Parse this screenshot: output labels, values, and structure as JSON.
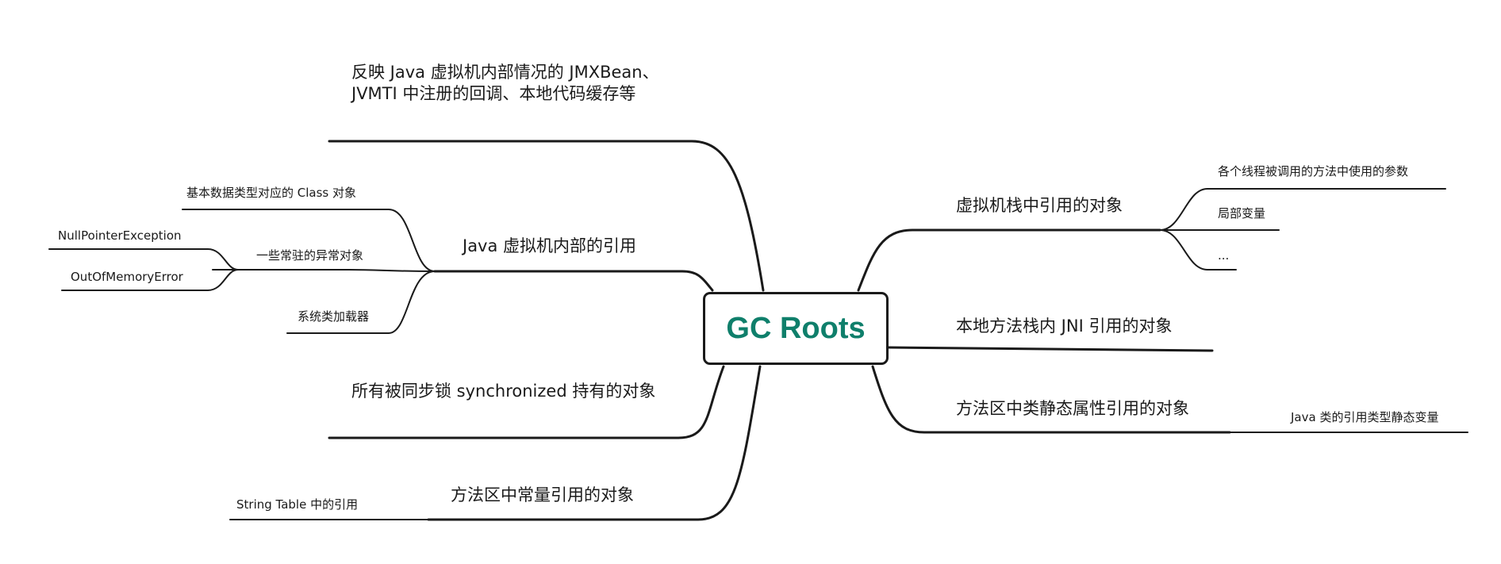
{
  "colors": {
    "root_text": "#0f7f6b",
    "line": "#1a1a1a",
    "text": "#1a1a1a"
  },
  "root": {
    "label": "GC Roots"
  },
  "left": [
    {
      "label": "反映 Java 虚拟机内部情况的 JMXBean、JVMTI 中注册的回调、本地代码缓存等",
      "children": []
    },
    {
      "label": "Java 虚拟机内部的引用",
      "children": [
        {
          "label": "基本数据类型对应的 Class 对象",
          "children": []
        },
        {
          "label": "一些常驻的异常对象",
          "children": [
            {
              "label": "NullPointerException"
            },
            {
              "label": "OutOfMemoryError"
            }
          ]
        },
        {
          "label": "系统类加载器",
          "children": []
        }
      ]
    },
    {
      "label": "所有被同步锁 synchronized 持有的对象",
      "children": []
    },
    {
      "label": "方法区中常量引用的对象",
      "children": [
        {
          "label": "String Table 中的引用"
        }
      ]
    }
  ],
  "right": [
    {
      "label": "虚拟机栈中引用的对象",
      "children": [
        {
          "label": "各个线程被调用的方法中使用的参数"
        },
        {
          "label": "局部变量"
        },
        {
          "label": "..."
        }
      ]
    },
    {
      "label": "本地方法栈内 JNI 引用的对象",
      "children": []
    },
    {
      "label": "方法区中类静态属性引用的对象",
      "children": [
        {
          "label": "Java 类的引用类型静态变量"
        }
      ]
    }
  ]
}
